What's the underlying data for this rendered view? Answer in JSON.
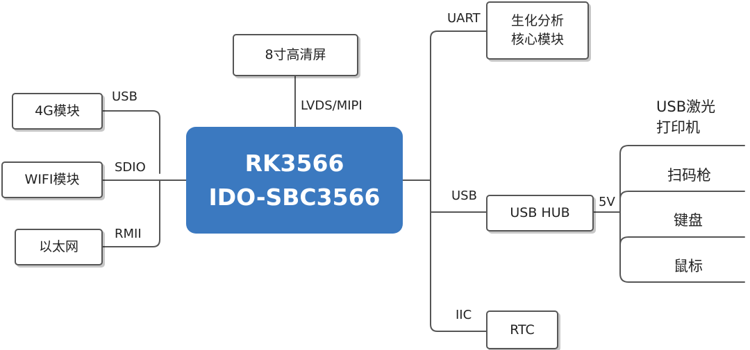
{
  "core": {
    "line1": "RK3566",
    "line2": "IDO-SBC3566"
  },
  "left": {
    "modules": [
      {
        "text": "4G模块",
        "bus": "USB"
      },
      {
        "text": "WIFI模块",
        "bus": "SDIO"
      },
      {
        "text": "以太网",
        "bus": "RMII"
      }
    ]
  },
  "top": {
    "display": "8寸高清屏",
    "bus": "LVDS/MIPI"
  },
  "right": {
    "uart_bus": "UART",
    "bio_module": "生化分析\n核心模块",
    "usb_bus": "USB",
    "usb_hub": "USB HUB",
    "hub_power": "5V",
    "iic_bus": "IIC",
    "rtc": "RTC",
    "hub_devices": [
      "USB激光\n打印机",
      "扫码枪",
      "键盘",
      "鼠标"
    ]
  },
  "colors": {
    "core": "#3b79c0",
    "line": "#555555",
    "border": "#555555"
  }
}
